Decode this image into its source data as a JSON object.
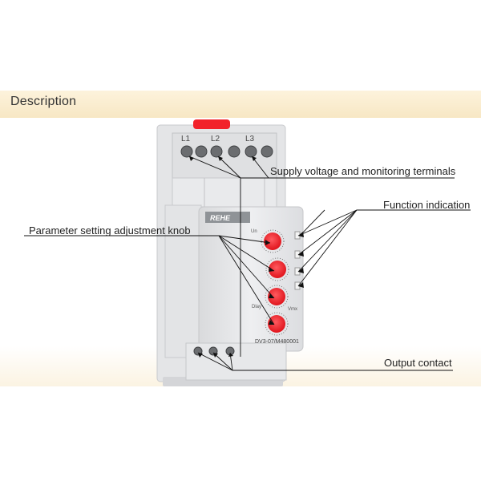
{
  "header": {
    "title": "Description"
  },
  "device": {
    "brand": "REHE",
    "model": "DV3-07/M480001",
    "terminals": [
      "L1",
      "L2",
      "L3"
    ],
    "knob_small_labels": [
      "Un",
      "Dlay",
      "Vmx"
    ]
  },
  "callouts": {
    "supply": "Supply voltage and monitoring terminals",
    "function": "Function indication",
    "parameter": "Parameter setting adjustment knob",
    "output": "Output contact"
  },
  "colors": {
    "knob": "#f2222a",
    "header_bg": "#f7e7c4",
    "device_body": "#e9eaec"
  }
}
